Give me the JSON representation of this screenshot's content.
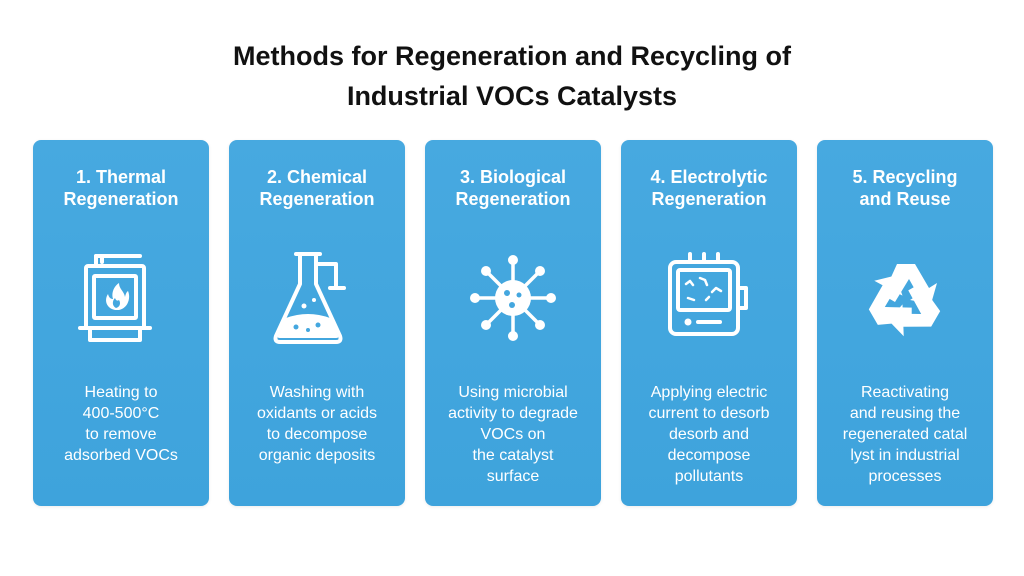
{
  "title": {
    "line1": "Methods for Regeneration and Recycling of",
    "line2": "Industrial VOCs Catalysts"
  },
  "cards": [
    {
      "title": [
        "1. Thermal",
        "Regeneration"
      ],
      "icon": "furnace-flame-icon",
      "desc": [
        "Heating to",
        "400-500°C",
        "to remove",
        "adsorbed VOCs"
      ]
    },
    {
      "title": [
        "2. Chemical",
        "Regeneration"
      ],
      "icon": "flask-icon",
      "desc": [
        "Washing with",
        "oxidants or acids",
        "to decompose",
        "organic deposits"
      ]
    },
    {
      "title": [
        "3. Biological",
        "Regeneration"
      ],
      "icon": "microbe-icon",
      "desc": [
        "Using microbial",
        "activity to degrade",
        "VOCs on",
        "the catalyst",
        "surface"
      ]
    },
    {
      "title": [
        "4. Electrolytic",
        "Regeneration"
      ],
      "icon": "electrolytic-device-icon",
      "desc": [
        "Applying electric",
        "current to desorb",
        "desorb and",
        "decompose",
        "pollutants"
      ]
    },
    {
      "title": [
        "5. Recycling",
        "and Reuse"
      ],
      "icon": "recycle-icon",
      "desc": [
        "Reactivating",
        "and reusing the",
        "regenerated catal",
        "lyst in industrial",
        "processes"
      ]
    }
  ],
  "colors": {
    "card": "#44a7df",
    "text": "#ffffff",
    "title": "#111111"
  }
}
